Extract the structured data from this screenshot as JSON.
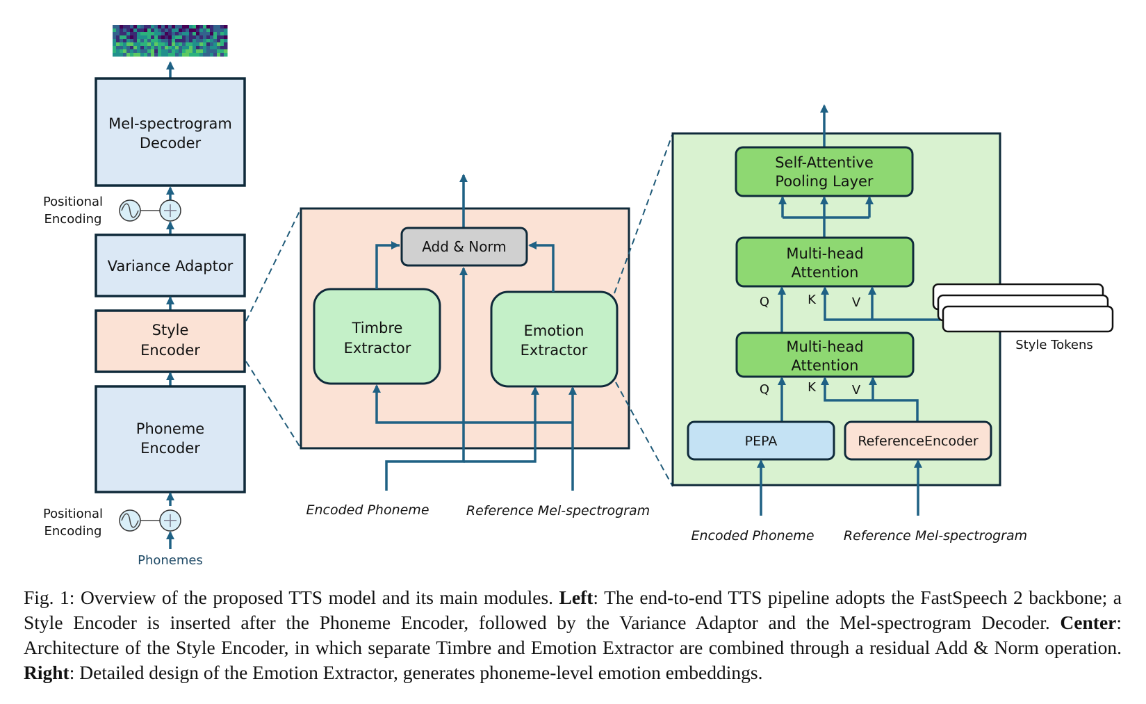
{
  "left": {
    "output_image": "mel-spectrogram-thumbnail",
    "mel_decoder": [
      "Mel-spectrogram",
      "Decoder"
    ],
    "positional_encoding_top": [
      "Positional",
      "Encoding"
    ],
    "variance_adaptor": "Variance Adaptor",
    "style_encoder": [
      "Style",
      "Encoder"
    ],
    "phoneme_encoder": [
      "Phoneme",
      "Encoder"
    ],
    "positional_encoding_bottom": [
      "Positional",
      "Encoding"
    ],
    "input": "Phonemes"
  },
  "center": {
    "add_norm": "Add & Norm",
    "timbre_extractor": [
      "Timbre",
      "Extractor"
    ],
    "emotion_extractor": [
      "Emotion",
      "Extractor"
    ],
    "input_phoneme": "Encoded Phoneme",
    "input_mel": "Reference Mel-spectrogram"
  },
  "right": {
    "pooling": [
      "Self-Attentive",
      "Pooling Layer"
    ],
    "mha_top": [
      "Multi-head",
      "Attention"
    ],
    "mha_bottom": [
      "Multi-head",
      "Attention"
    ],
    "q_label": "Q",
    "k_label": "K",
    "v_label": "V",
    "style_tokens": "Style Tokens",
    "pepa": "PEPA",
    "reference_encoder": "ReferenceEncoder",
    "input_phoneme": "Encoded Phoneme",
    "input_mel": "Reference Mel-spectrogram"
  },
  "colors": {
    "wire": "#1f6184",
    "blue_box": "#dbe8f5",
    "peach_box": "#fbe2d5",
    "light_green_box": "#c4f0c8",
    "green_box": "#8ed872",
    "gray_box": "#d0d0d0",
    "green_panel": "#d9f2d0",
    "pepa_box": "#c4e2f4"
  },
  "caption": {
    "fig_label": "Fig. 1:",
    "intro": " Overview of the proposed TTS model and its main modules. ",
    "left_bold": "Left",
    "left_text": ": The end-to-end TTS pipeline adopts the FastSpeech 2 backbone; a Style Encoder is inserted after the Phoneme Encoder, followed by the Variance Adaptor and the Mel-spectrogram Decoder. ",
    "center_bold": "Center",
    "center_text": ": Architecture of the Style Encoder, in which separate Timbre and Emotion Extractor are combined through a residual Add & Norm operation. ",
    "right_bold": "Right",
    "right_text": ": Detailed design of the Emotion Extractor, generates phoneme-level emotion embeddings."
  }
}
